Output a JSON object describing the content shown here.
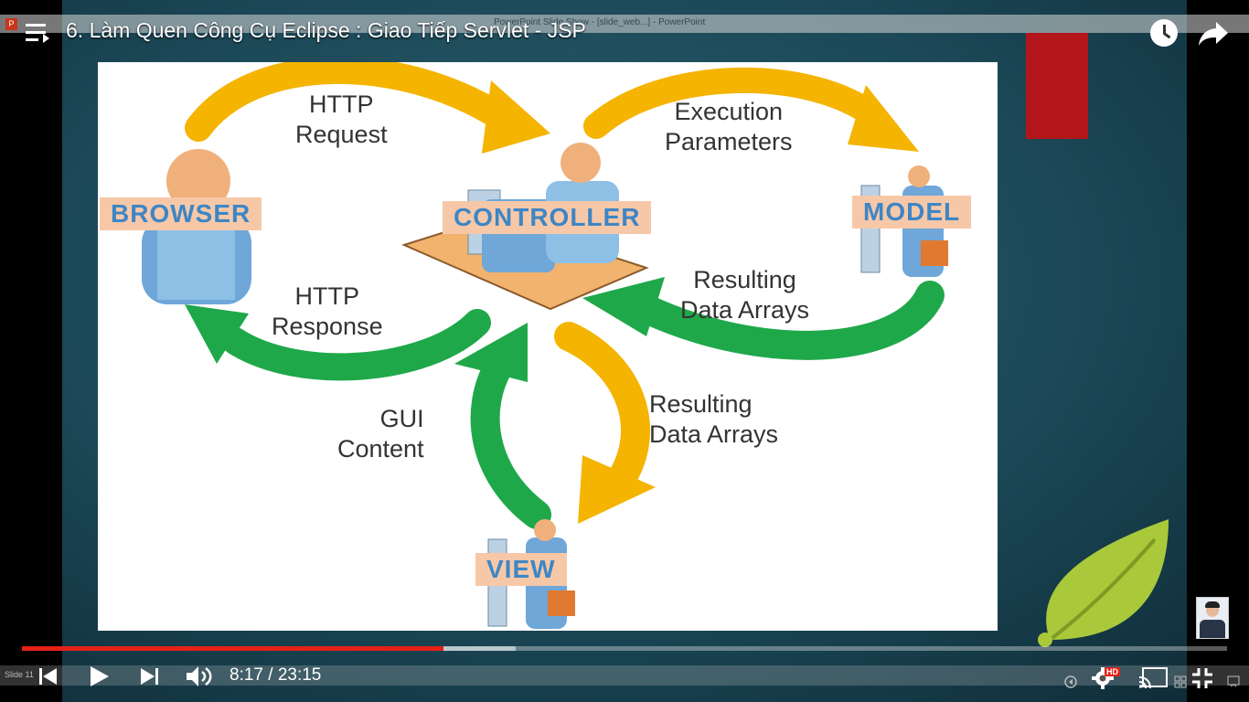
{
  "window": {
    "app_title": "PowerPoint Slide Show - [slide_web...] - PowerPoint",
    "app_icon": "P"
  },
  "player": {
    "video_title": "6. Làm Quen Công Cụ Eclipse : Giao Tiếp Servlet - JSP",
    "current_time": "8:17",
    "separator": "/",
    "duration": "23:15",
    "progress_fraction": 0.35,
    "buffered_fraction": 0.41,
    "hd_badge": "HD",
    "slide_indicator": "Slide 11",
    "accent_color": "#e62117"
  },
  "diagram": {
    "browser": "BROWSER",
    "controller": "CONTROLLER",
    "model": "MODEL",
    "view": "VIEW",
    "http_request_1": "HTTP",
    "http_request_2": "Request",
    "exec_params_1": "Execution",
    "exec_params_2": "Parameters",
    "result_model_1": "Resulting",
    "result_model_2": "Data Arrays",
    "http_response_1": "HTTP",
    "http_response_2": "Response",
    "gui_content_1": "GUI",
    "gui_content_2": "Content",
    "result_view_1": "Resulting",
    "result_view_2": "Data Arrays",
    "colors": {
      "label_box": "#f7c8a8",
      "label_text": "#3d86c6",
      "yellow_arrow": "#f4b400",
      "green_arrow": "#1fa84a"
    }
  }
}
